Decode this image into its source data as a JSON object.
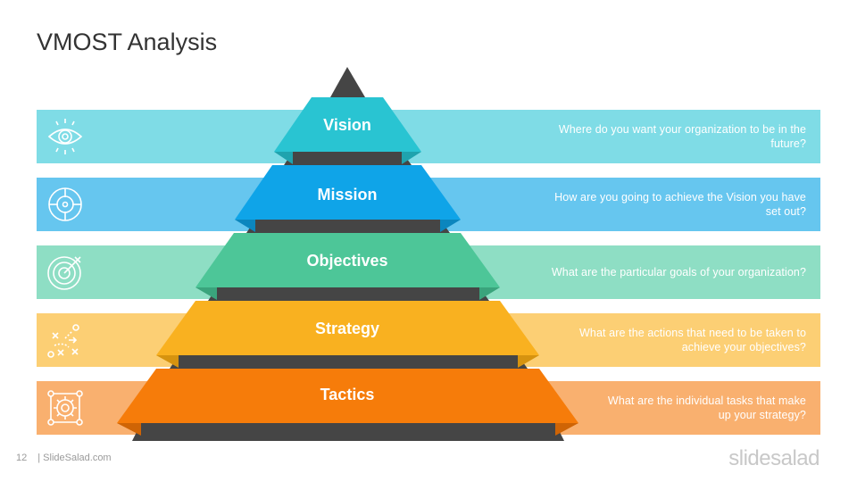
{
  "slide": {
    "title": "VMOST Analysis",
    "page_number": "12",
    "footer_text": "| SlideSalad.com",
    "logo_text": "slidesalad"
  },
  "levels": [
    {
      "label": "Vision",
      "question": "Where do you want your organization  to be in the future?",
      "icon": "eye-icon",
      "band_color": "#7fdce6",
      "tier_color": "#29c4d2"
    },
    {
      "label": "Mission",
      "question": "How are you going to achieve the Vision you have set out?",
      "icon": "crosshair-icon",
      "band_color": "#66c6ef",
      "tier_color": "#0fa4e8"
    },
    {
      "label": "Objectives",
      "question": "What are the particular  goals of your organization?",
      "icon": "target-icon",
      "band_color": "#8edec4",
      "tier_color": "#4dc698"
    },
    {
      "label": "Strategy",
      "question": "What are the actions that need to be taken to\nachieve your objectives?",
      "icon": "strategy-play-icon",
      "band_color": "#fccf74",
      "tier_color": "#f9b120"
    },
    {
      "label": "Tactics",
      "question": "What are the individual tasks that make\nup your strategy?",
      "icon": "gear-network-icon",
      "band_color": "#f9b06f",
      "tier_color": "#f67c0a"
    }
  ]
}
